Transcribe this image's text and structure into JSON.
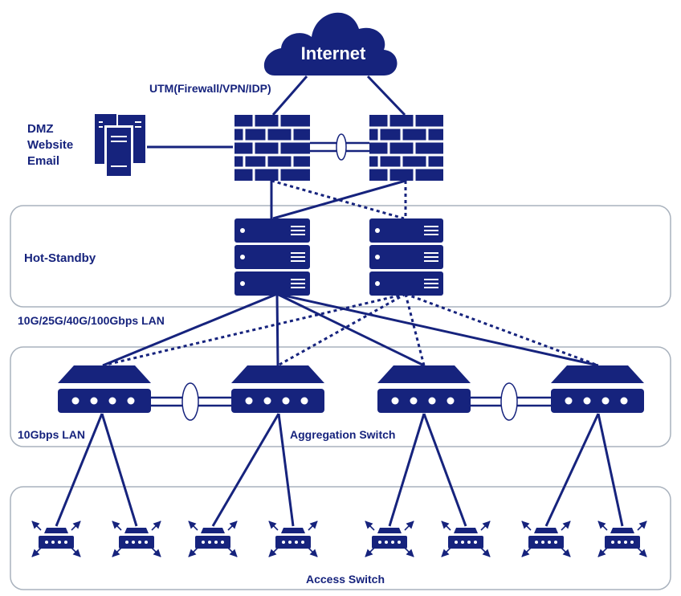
{
  "labels": {
    "internet": "Internet",
    "utm": "UTM(Firewall/VPN/IDP)",
    "dmz_line1": "DMZ",
    "dmz_line2": "Website",
    "dmz_line3": "Email",
    "hot_standby": "Hot-Standby",
    "lan_uplink": "10G/25G/40G/100Gbps LAN",
    "lan_10g": "10Gbps LAN",
    "aggregation": "Aggregation Switch",
    "access": "Access Switch"
  },
  "colors": {
    "primary": "#16237d",
    "zone_border": "#a9b2bd",
    "ring": "#16237d"
  },
  "icons": {
    "cloud": "cloud-icon",
    "firewall": "brick-wall-firewall-icon",
    "server": "rack-server-icon",
    "dmz": "server-tower-icon",
    "aggregation": "aggregation-switch-icon",
    "access": "access-switch-icon"
  },
  "nodes": {
    "firewalls": [
      "fw-1",
      "fw-2"
    ],
    "core_servers": [
      "core-1",
      "core-2"
    ],
    "aggregation_switches": [
      "agg-1",
      "agg-2",
      "agg-3",
      "agg-4"
    ],
    "access_switches": [
      "acc-1",
      "acc-2",
      "acc-3",
      "acc-4",
      "acc-5",
      "acc-6",
      "acc-7",
      "acc-8"
    ]
  },
  "links": {
    "solid": [
      [
        "internet",
        "fw-1"
      ],
      [
        "internet",
        "fw-2"
      ],
      [
        "dmz",
        "fw-1"
      ],
      [
        "fw-1",
        "fw-2"
      ],
      [
        "fw-1",
        "core-1"
      ],
      [
        "fw-2",
        "core-1"
      ],
      [
        "core-1",
        "agg-1"
      ],
      [
        "core-1",
        "agg-2"
      ],
      [
        "core-1",
        "agg-3"
      ],
      [
        "core-1",
        "agg-4"
      ],
      [
        "agg-1",
        "agg-2"
      ],
      [
        "agg-3",
        "agg-4"
      ],
      [
        "agg-1",
        "acc-1"
      ],
      [
        "agg-1",
        "acc-2"
      ],
      [
        "agg-2",
        "acc-3"
      ],
      [
        "agg-2",
        "acc-4"
      ],
      [
        "agg-3",
        "acc-5"
      ],
      [
        "agg-3",
        "acc-6"
      ],
      [
        "agg-4",
        "acc-7"
      ],
      [
        "agg-4",
        "acc-8"
      ]
    ],
    "dashed": [
      [
        "fw-1",
        "core-2"
      ],
      [
        "fw-2",
        "core-2"
      ],
      [
        "core-2",
        "agg-1"
      ],
      [
        "core-2",
        "agg-2"
      ],
      [
        "core-2",
        "agg-3"
      ],
      [
        "core-2",
        "agg-4"
      ]
    ]
  }
}
